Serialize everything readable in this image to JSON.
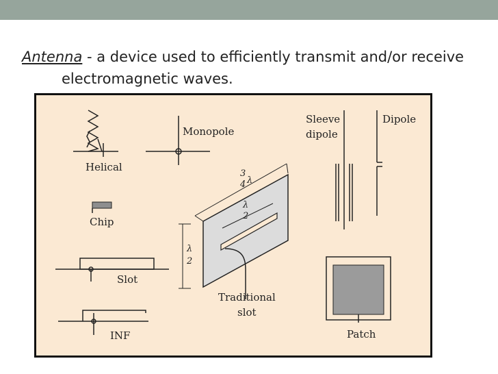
{
  "slide": {
    "title_term": "Antenna",
    "title_rest": " - a device used to efficiently transmit and/or receive",
    "title_line2": "electromagnetic waves."
  },
  "figure": {
    "labels": {
      "helical": "Helical",
      "monopole": "Monopole",
      "sleeve_dipole_1": "Sleeve",
      "sleeve_dipole_2": "dipole",
      "dipole": "Dipole",
      "chip": "Chip",
      "slot": "Slot",
      "inf": "INF",
      "traditional_slot_1": "Traditional",
      "traditional_slot_2": "slot",
      "patch": "Patch"
    },
    "dimensions": {
      "three_quarter_num": "3",
      "three_quarter_den": "4",
      "lambda": "λ",
      "half_num": "λ",
      "half_den": "2",
      "side_num": "λ",
      "side_den": "2"
    }
  },
  "colors": {
    "header_bar": "#96a59c",
    "figure_bg": "#fbe9d3",
    "plate": "#dcdcdc",
    "patch_fill": "#9b9b9b",
    "chip_fill": "#8e8e8e"
  }
}
